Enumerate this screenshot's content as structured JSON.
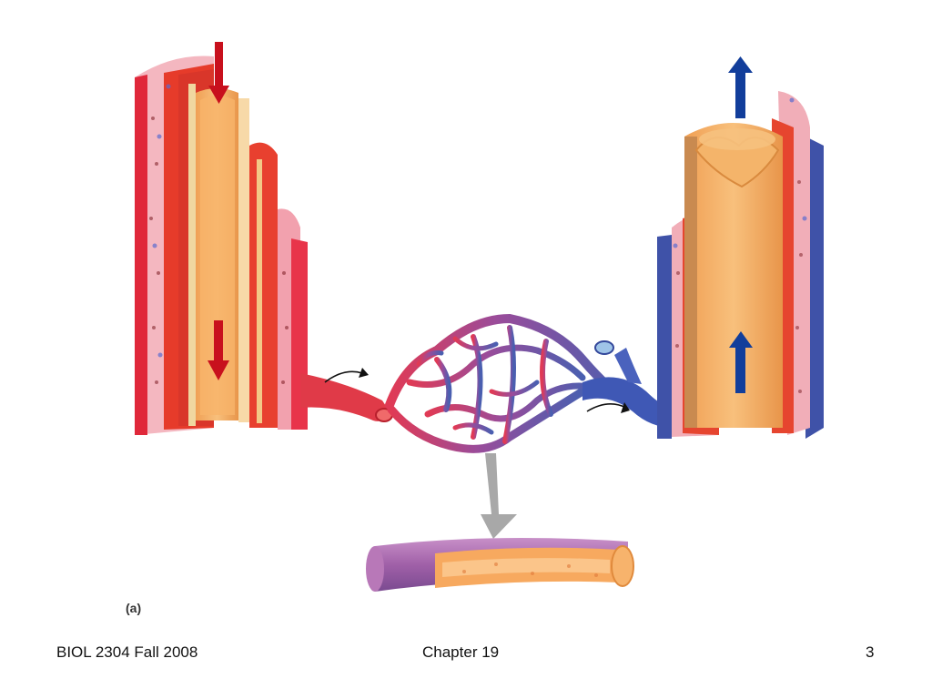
{
  "figure": {
    "panel_label": "(a)"
  },
  "footer": {
    "course": "BIOL 2304 Fall 2008",
    "chapter": "Chapter 19",
    "page_number": "3"
  },
  "colors": {
    "artery_red": "#d9262e",
    "artery_pink": "#f2a3b0",
    "vein_blue": "#3b4fa0",
    "capillary_purple": "#8a4c9c",
    "lumen_orange": "#f6a55b",
    "arrow_red": "#c8101d",
    "arrow_blue": "#123e9b",
    "callout_gray": "#a8a8a8"
  }
}
